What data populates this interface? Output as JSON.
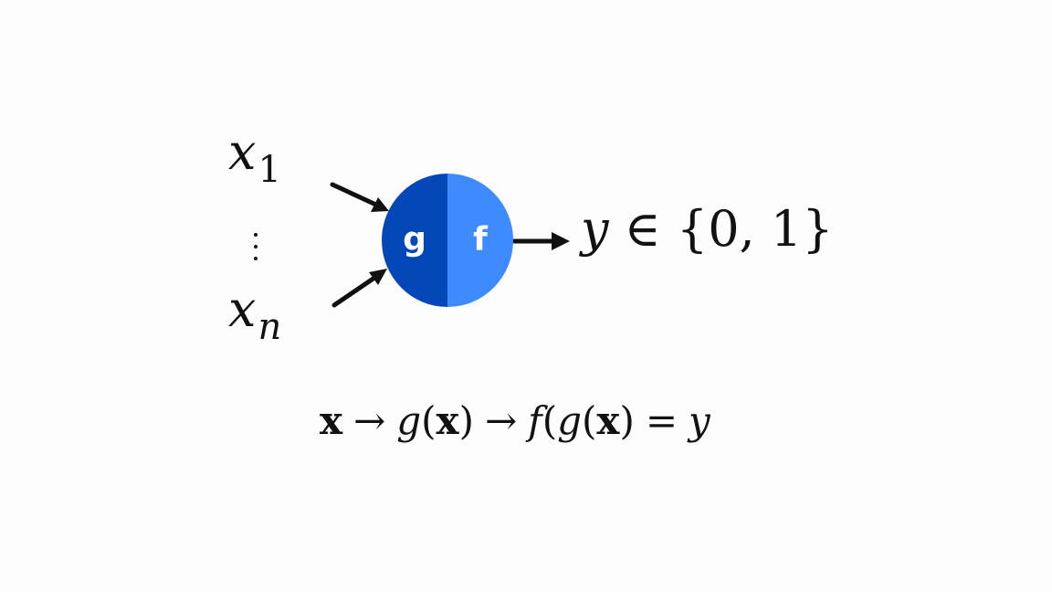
{
  "diagram": {
    "inputs": {
      "first": {
        "base": "x",
        "subscript": "1"
      },
      "last": {
        "base": "x",
        "subscript": "n"
      }
    },
    "neuron": {
      "left_label": "g",
      "right_label": "f",
      "left_color": "#0447b8",
      "right_color": "#3d8bff"
    },
    "output": {
      "var": "y",
      "relation": "∈",
      "set": "{0, 1}"
    },
    "formula": {
      "x": "x",
      "arrow": "→",
      "g": "g",
      "f": "f",
      "equals": "=",
      "y": "y",
      "open_paren": "(",
      "close_paren": ")"
    }
  }
}
